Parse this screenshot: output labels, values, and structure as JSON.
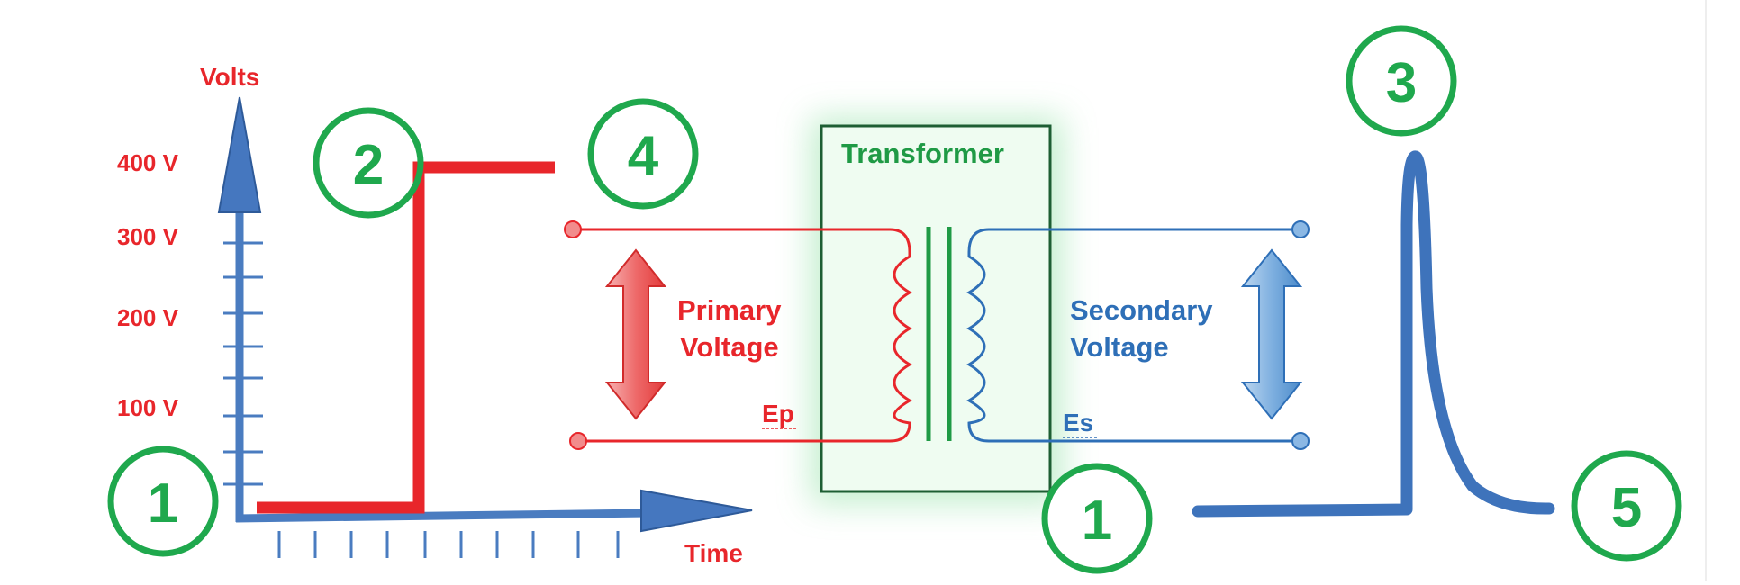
{
  "graph": {
    "y_axis_label": "Volts",
    "x_axis_label": "Time",
    "tick_labels": [
      "400 V",
      "300 V",
      "200 V",
      "100 V"
    ]
  },
  "transformer": {
    "title": "Transformer",
    "primary_label_line1": "Primary",
    "primary_label_line2": "Voltage",
    "secondary_label_line1": "Secondary",
    "secondary_label_line2": "Voltage",
    "ep_label": "Ep",
    "es_label": "Es"
  },
  "markers": [
    "1",
    "2",
    "4",
    "3",
    "1",
    "5"
  ],
  "colors": {
    "primary": "#e8262b",
    "secondary": "#2e6fb7",
    "core": "#1f9a45",
    "badge": "#1fa84d",
    "axis": "#4a7cc0"
  }
}
